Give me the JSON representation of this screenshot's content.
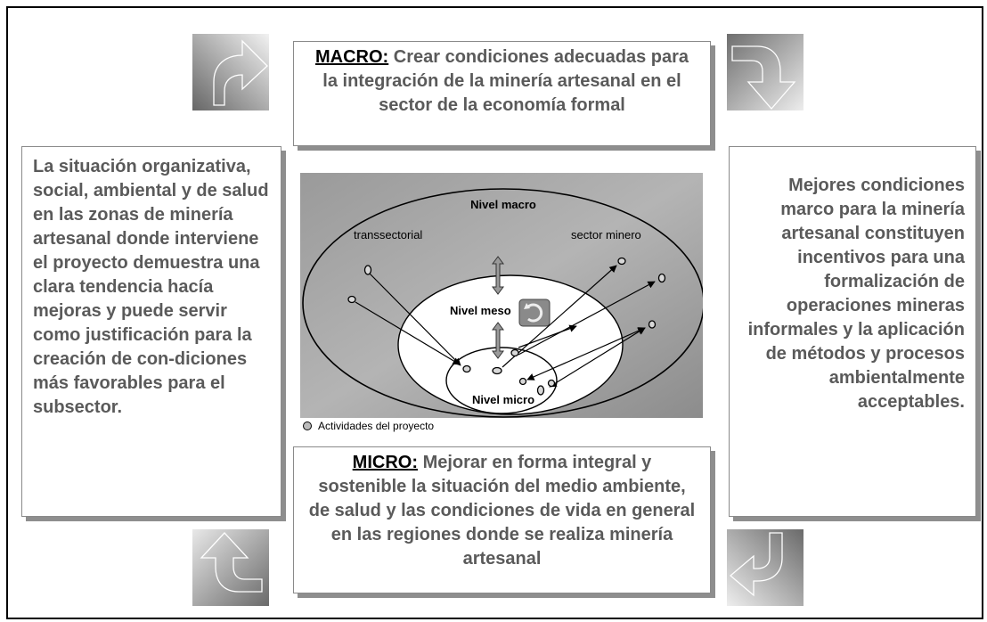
{
  "macro_box": {
    "keyword": "MACRO:",
    "text": "Crear condiciones adecuadas para la integración de la minería artesanal en el sector de la economía formal"
  },
  "micro_box": {
    "keyword": "MICRO:",
    "text": "Mejorar en forma integral y sostenible la situación del medio ambiente, de salud y las condiciones de vida en general en las regiones donde se realiza minería artesanal"
  },
  "left_box": {
    "text": "La situación organizativa, social, ambiental y de salud en las zonas de minería artesanal donde interviene el proyecto demuestra una clara tendencia hacía mejoras y puede servir como justificación para la creación de con-diciones más favorables para el subsector."
  },
  "right_box": {
    "text": "Mejores condiciones marco para la minería artesanal constituyen incentivos para una formalización de operaciones mineras informales y la aplicación de métodos y procesos ambientalmente acceptables."
  },
  "diagram": {
    "label_macro": "Nivel macro",
    "label_meso": "Nivel meso",
    "label_micro": "Nivel micro",
    "label_transsectorial": "transsectorial",
    "label_sector_minero": "sector minero"
  },
  "legend": {
    "label": "Actividades del proyecto"
  },
  "icons": {
    "corner_arrows": [
      "arrow-curve-up-right-icon",
      "arrow-curve-down-icon",
      "arrow-curve-down-left-icon",
      "arrow-curve-up-icon"
    ],
    "cycle": "cycle-icon"
  },
  "colors": {
    "text": "#5a5a5a",
    "keyword": "#000000",
    "diagram_bg": "#a8a8a8"
  }
}
